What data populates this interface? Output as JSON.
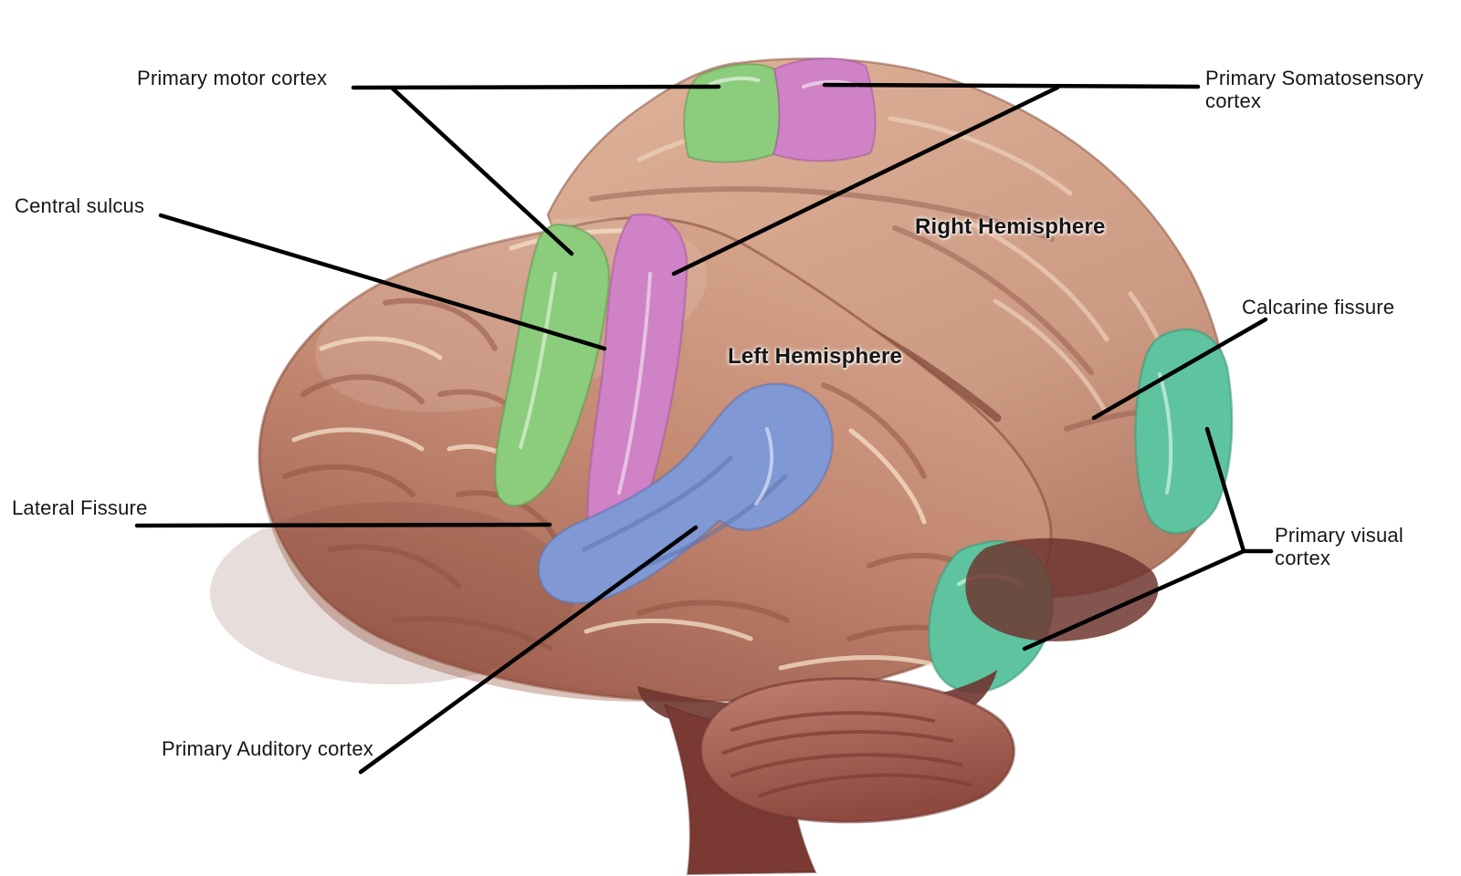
{
  "figure": {
    "title_hidden": "",
    "labels": {
      "primary_motor": "Primary motor cortex",
      "somatosensory_line1": "Primary Somatosensory",
      "somatosensory_line2": "cortex",
      "central_sulcus": "Central sulcus",
      "lateral_fissure": "Lateral Fissure",
      "auditory": "Primary Auditory cortex",
      "calcarine": "Calcarine fissure",
      "visual_line1": "Primary visual",
      "visual_line2": "cortex",
      "right_hemisphere": "Right Hemisphere",
      "left_hemisphere": "Left Hemisphere"
    },
    "region_colors": {
      "motor_green": "#8ccd7d",
      "somatosensory_pink": "#cf82c6",
      "auditory_blue": "#8098d4",
      "visual_teal": "#5ec4a0",
      "cortex_front": "#c8917c",
      "cortex_back": "#d2a28c",
      "temporal_dark": "#9c5c4a",
      "cerebellum": "#b26e63",
      "brainstem": "#7a3a33",
      "deep_maroon": "#6f3630",
      "line_color": "#000000"
    }
  }
}
